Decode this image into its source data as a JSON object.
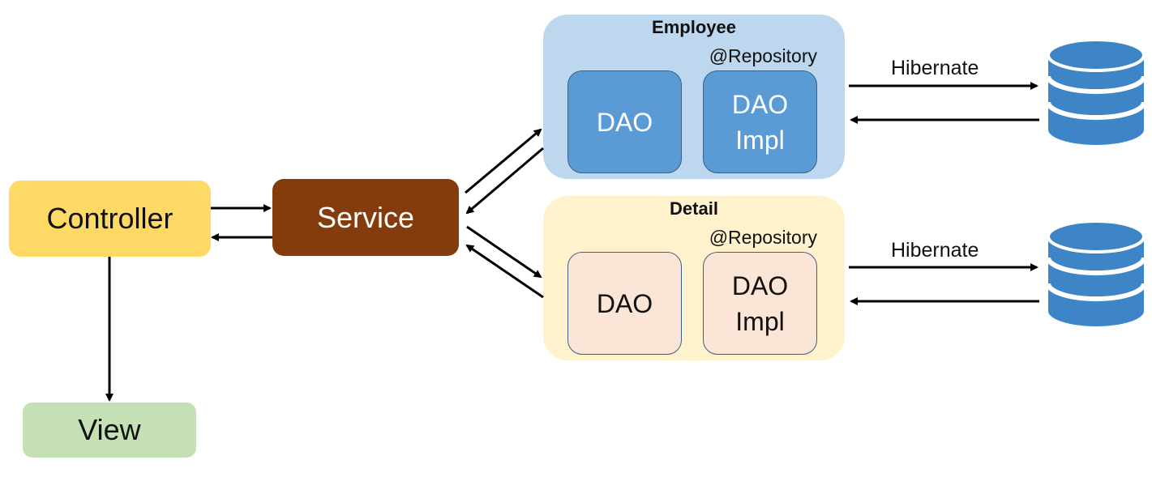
{
  "controller": {
    "label": "Controller"
  },
  "service": {
    "label": "Service"
  },
  "view": {
    "label": "View"
  },
  "groups": [
    {
      "title": "Employee",
      "annotation": "@Repository",
      "dao_label": "DAO",
      "impl_label": "DAO\nImpl",
      "orm_label": "Hibernate"
    },
    {
      "title": "Detail",
      "annotation": "@Repository",
      "dao_label": "DAO",
      "impl_label": "DAO\nImpl",
      "orm_label": "Hibernate"
    }
  ],
  "colors": {
    "controller_fill": "#ffd966",
    "service_fill": "#843c0c",
    "view_fill": "#c5e0b4",
    "employee_group_fill": "#bdd7ee",
    "employee_inner_fill": "#5b9bd5",
    "detail_group_fill": "#fff2cc",
    "detail_inner_fill": "#fbe5d6",
    "database_fill": "#3d85c6",
    "database_band": "#ffffff",
    "arrow": "#000000"
  },
  "icons": {
    "database": "database-cylinder-icon"
  }
}
